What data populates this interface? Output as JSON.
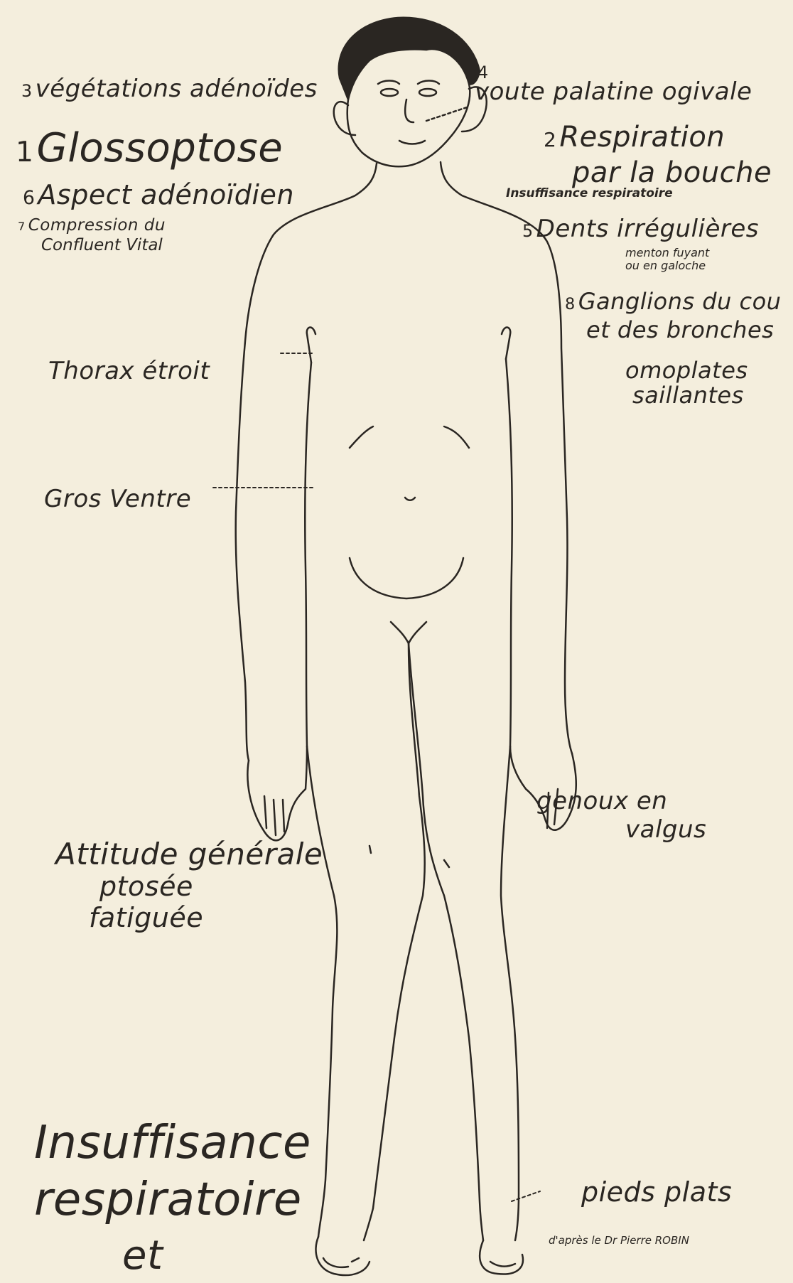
{
  "labels": {
    "vegetations": {
      "num": "3",
      "text": "végétations adénoïdes"
    },
    "voute": {
      "num": "4",
      "text": "voute palatine ogivale"
    },
    "glossoptose": {
      "num": "1",
      "text": "Glossoptose"
    },
    "respiration": {
      "num": "2",
      "line1": "Respiration",
      "line2": "par la bouche"
    },
    "insuff_small": "Insuffisance respiratoire",
    "aspect": {
      "num": "6",
      "text": "Aspect adénoïdien"
    },
    "compression": {
      "num": "7",
      "line1": "Compression du",
      "line2": "Confluent Vital"
    },
    "dents": {
      "num": "5",
      "text": "Dents irrégulières",
      "sub1": "menton fuyant",
      "sub2": "ou en galoche"
    },
    "ganglions": {
      "num": "8",
      "line1": "Ganglions du cou",
      "line2": "et des bronches"
    },
    "thorax": "Thorax étroit",
    "omoplates": {
      "line1": "omoplates",
      "line2": "saillantes"
    },
    "gros_ventre": "Gros Ventre",
    "genoux": {
      "line1": "genoux en",
      "line2": "valgus"
    },
    "attitude": {
      "line1": "Attitude générale",
      "line2": "ptosée",
      "line3": "fatiguée"
    },
    "insuff_big": {
      "line1": "Insuffisance",
      "line2": "respiratoire",
      "line3": "et"
    },
    "pieds": "pieds plats",
    "credit": "d'après le Dr Pierre ROBIN"
  }
}
